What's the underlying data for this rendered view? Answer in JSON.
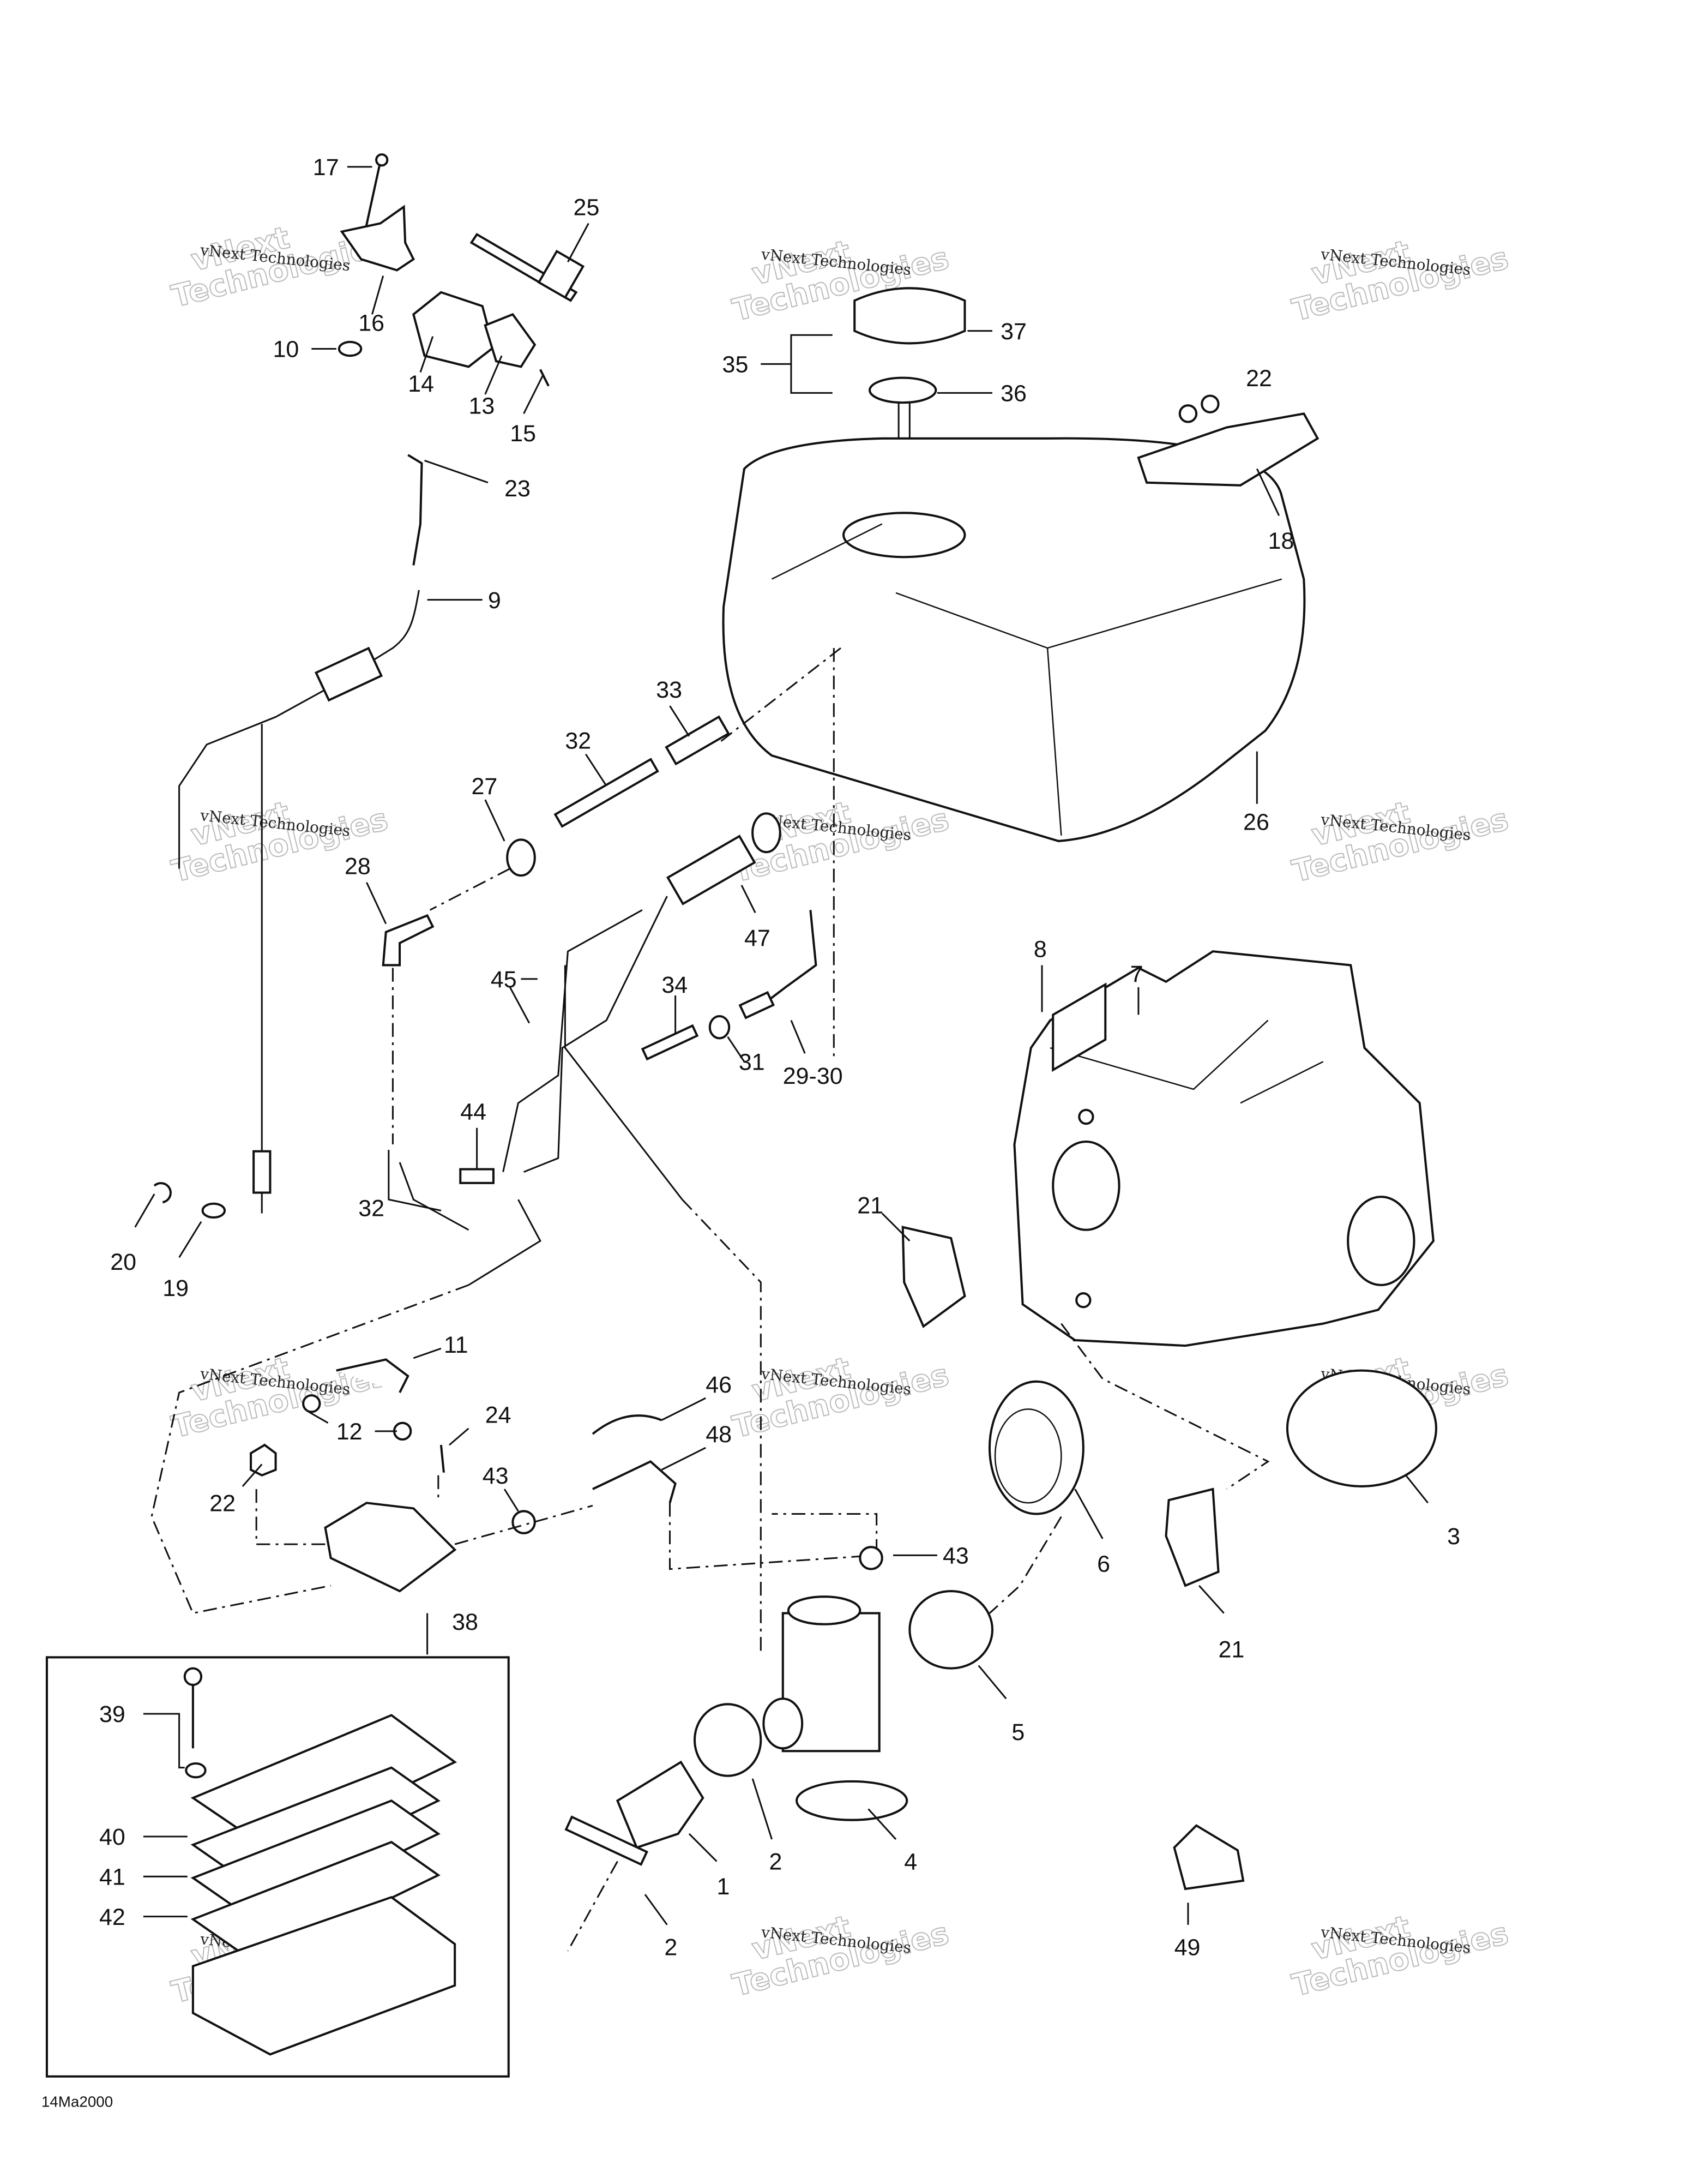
{
  "diagram": {
    "type": "exploded-parts-diagram",
    "subject": "fuel tank, carburetor and air intake assembly",
    "footer_code": "14Ma2000",
    "watermark": {
      "line1": "vNext Technologies",
      "line2_top": "vNext",
      "line2_bottom": "Technologies"
    },
    "labels": {
      "p1": "1",
      "p2a": "2",
      "p2b": "2",
      "p3": "3",
      "p4": "4",
      "p5": "5",
      "p6": "6",
      "p7": "7",
      "p8": "8",
      "p9": "9",
      "p10": "10",
      "p11": "11",
      "p12": "12",
      "p13": "13",
      "p14": "14",
      "p15": "15",
      "p16": "16",
      "p17": "17",
      "p18": "18",
      "p19": "19",
      "p20": "20",
      "p21a": "21",
      "p21b": "21",
      "p22a": "22",
      "p22b": "22",
      "p23": "23",
      "p24": "24",
      "p25": "25",
      "p26": "26",
      "p27": "27",
      "p28": "28",
      "p2930": "29-30",
      "p31": "31",
      "p32a": "32",
      "p32b": "32",
      "p33": "33",
      "p34": "34",
      "p35": "35",
      "p36": "36",
      "p37": "37",
      "p38": "38",
      "p39": "39",
      "p40": "40",
      "p41": "41",
      "p42": "42",
      "p43a": "43",
      "p43b": "43",
      "p44": "44",
      "p45": "45",
      "p46": "46",
      "p47": "47",
      "p48": "48",
      "p49": "49"
    }
  }
}
